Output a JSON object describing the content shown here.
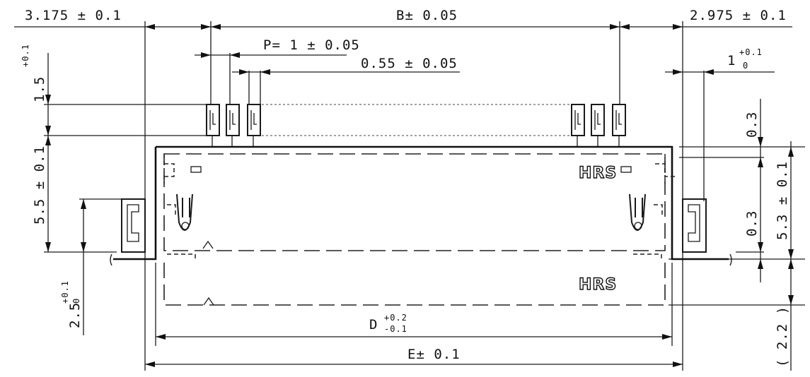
{
  "dimensions": {
    "left_offset": "3.175 ± 0.1",
    "pitch_span": "B± 0.05",
    "right_offset": "2.975 ± 0.1",
    "pitch": "P= 1 ± 0.05",
    "contact_width": "0.55 ± 0.05",
    "pad_length_main": "1.5",
    "pad_length_tol": "+0.1\n0",
    "right_tab_main": "1",
    "right_tab_tol_top": "+0.1",
    "right_tab_tol_bot": "0",
    "side_clear_top": "0.3",
    "body_height_left": "5.5 ± 0.1",
    "body_height_right": "5.3 ± 0.1",
    "side_clear_bottom": "0.3",
    "tab_height_main": "2.5",
    "tab_height_tol_top": "+0.1",
    "tab_height_tol_bot": "0",
    "inner_width_main": "D",
    "inner_width_tol_top": "+0.2",
    "inner_width_tol_bot": "-0.1",
    "overall_width": "E± 0.1",
    "reference_height": "( 2.2 )"
  },
  "logos": {
    "upper": "HRS",
    "lower": "HRS"
  },
  "colors": {
    "line": "#111111",
    "background": "#ffffff"
  }
}
